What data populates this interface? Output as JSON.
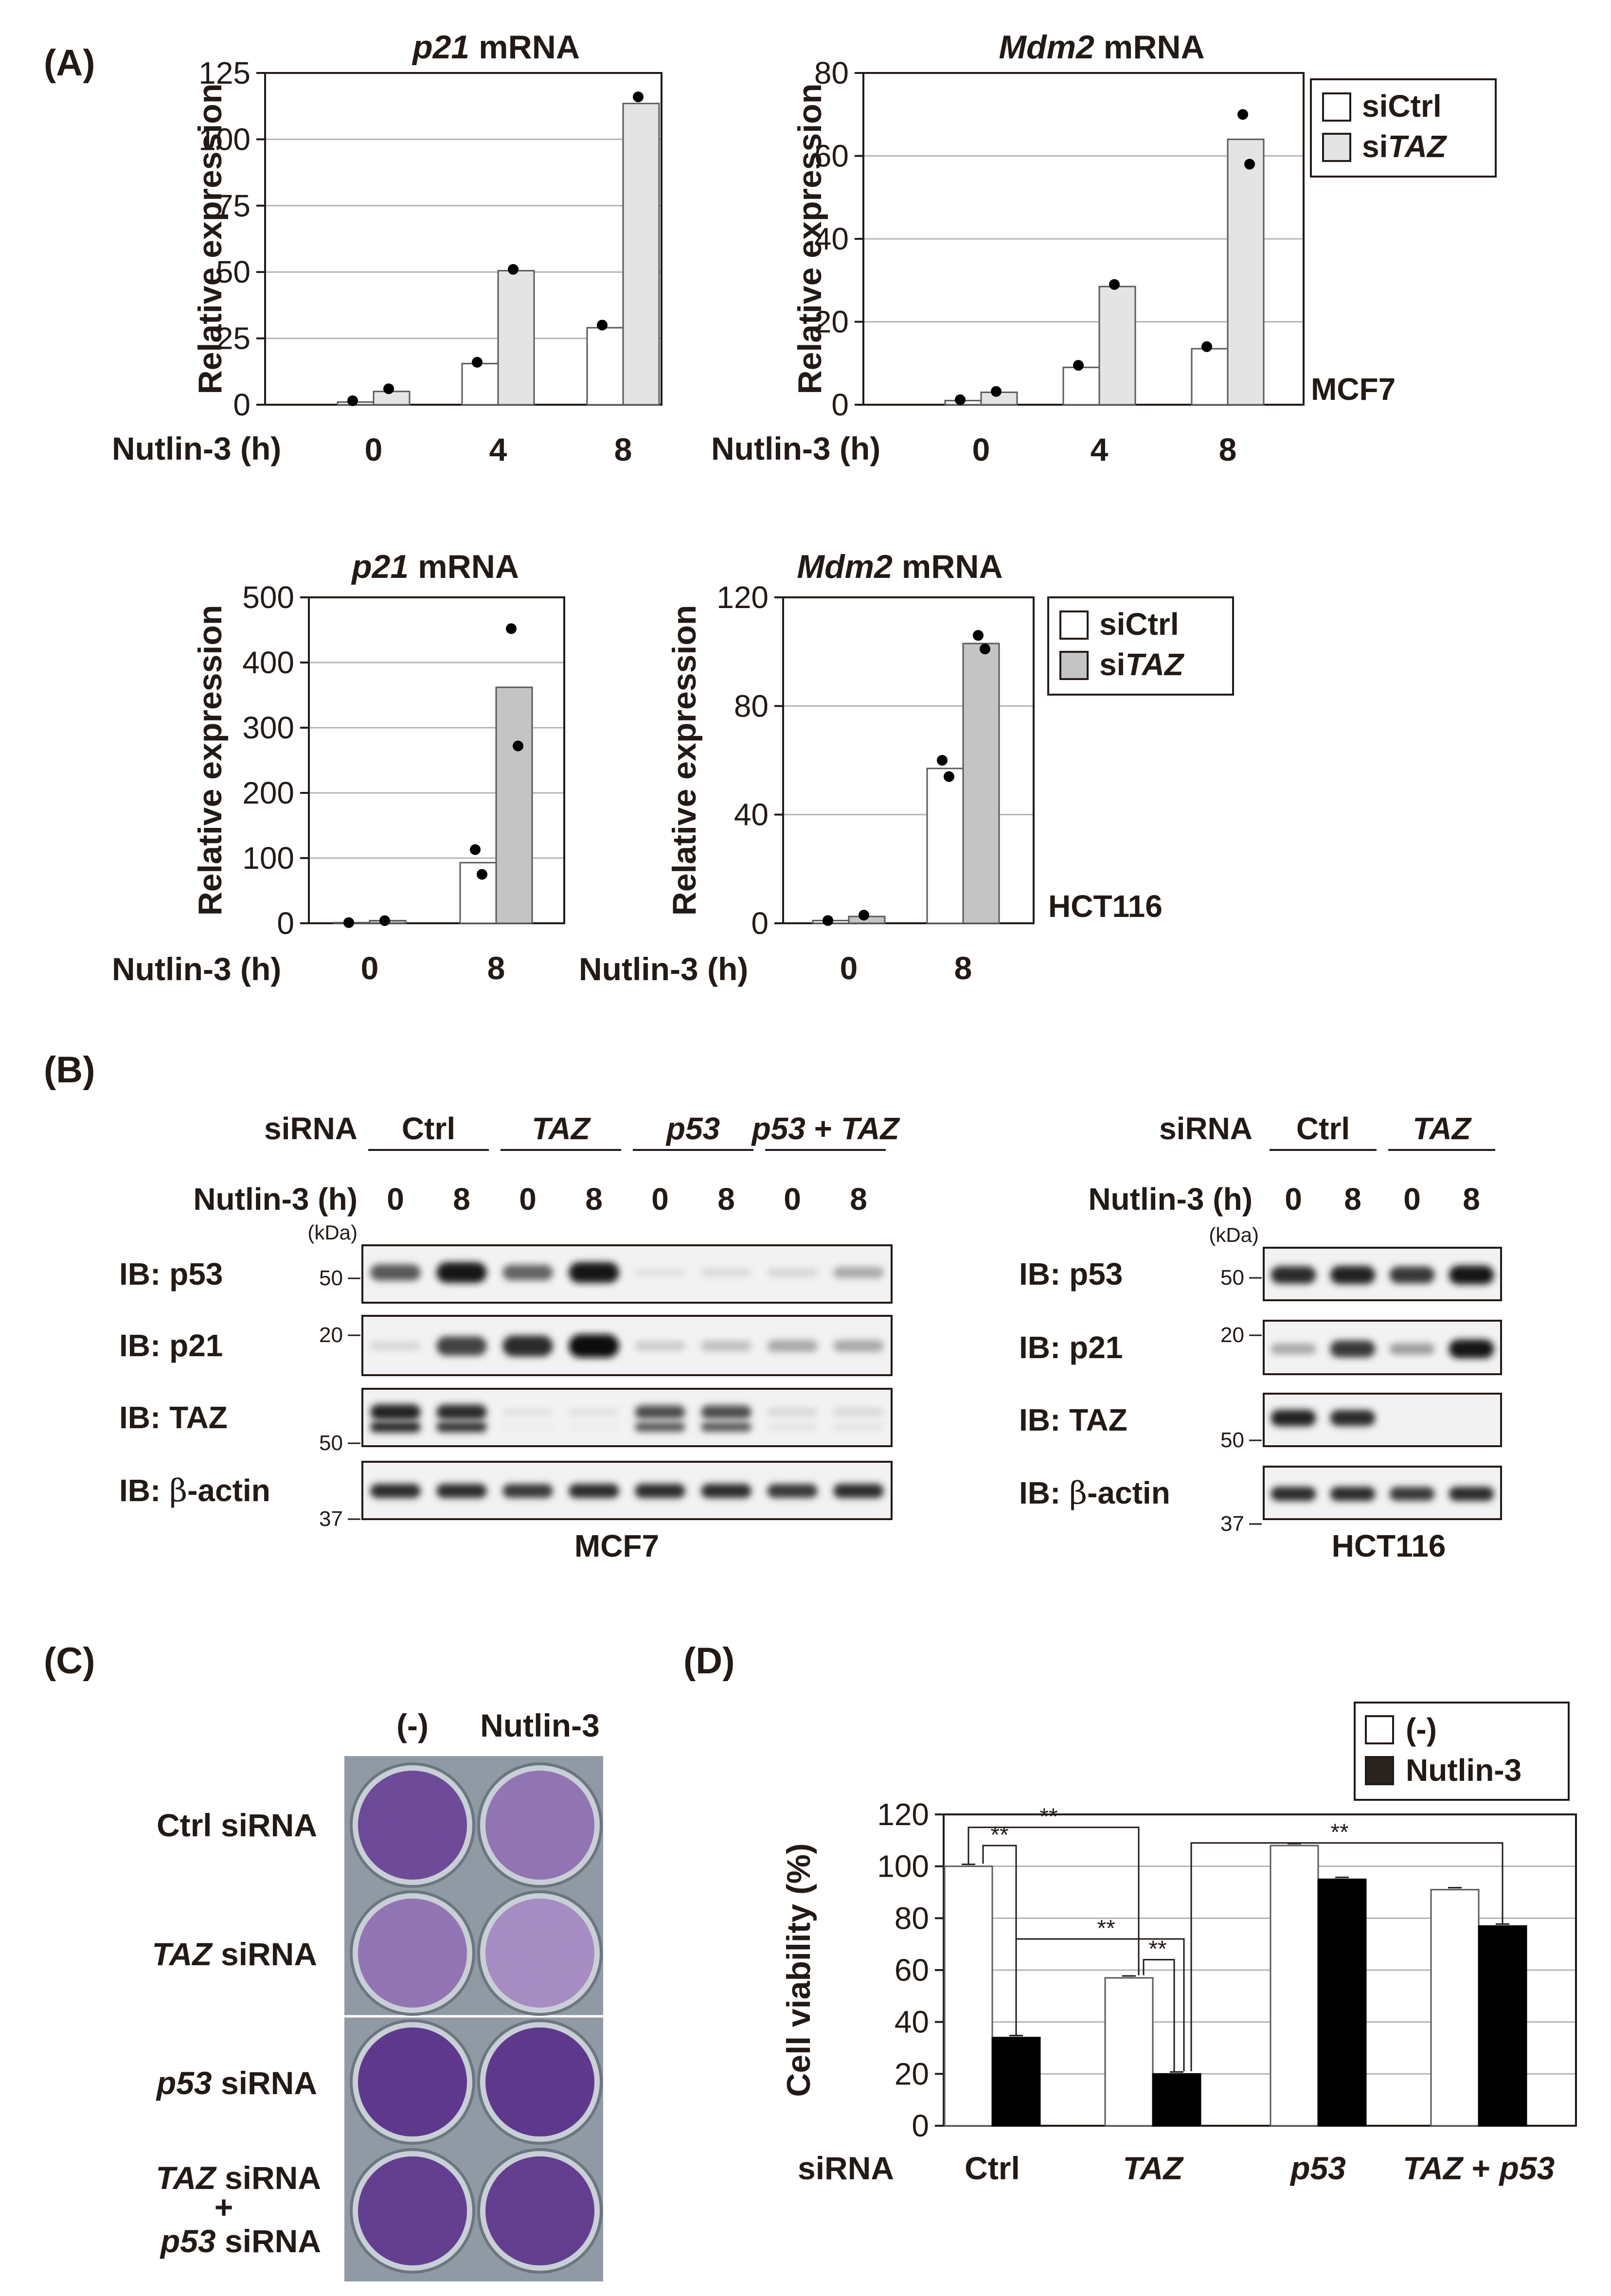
{
  "panels": {
    "A": "(A)",
    "B": "(B)",
    "C": "(C)",
    "D": "(D)"
  },
  "common": {
    "nutlin_label": "Nutlin-3 (h)",
    "siRNA_label": "siRNA",
    "relative_expression": "Relative expression",
    "kda": "(kDa)"
  },
  "legend_A": {
    "ctrl": "siCtrl",
    "taz_prefix": "si",
    "taz_italic": "TAZ"
  },
  "legend_D": {
    "minus": "(-)",
    "nutlin": "Nutlin-3"
  },
  "cells": {
    "mcf7": "MCF7",
    "hct116": "HCT116"
  },
  "chart_data": [
    {
      "id": "mcf7-p21",
      "type": "bar",
      "title_italic": "p21",
      "title_rest": " mRNA",
      "ylabel": "Relative expression",
      "xlabel": "Nutlin-3 (h)",
      "categories": [
        "0",
        "4",
        "8"
      ],
      "ylim": [
        0,
        125
      ],
      "yticks": [
        0,
        25,
        50,
        75,
        100,
        125
      ],
      "grid": true,
      "series": [
        {
          "name": "siCtrl",
          "values": [
            1,
            15.5,
            29
          ],
          "points": [
            [
              1.5
            ],
            [
              16
            ],
            [
              30
            ]
          ]
        },
        {
          "name": "siTAZ",
          "values": [
            5,
            50.5,
            113.5
          ],
          "points": [
            [
              6
            ],
            [
              51
            ],
            [
              116
            ]
          ]
        }
      ]
    },
    {
      "id": "mcf7-mdm2",
      "type": "bar",
      "title_italic": "Mdm2",
      "title_rest": " mRNA",
      "ylabel": "Relative expression",
      "xlabel": "Nutlin-3 (h)",
      "categories": [
        "0",
        "4",
        "8"
      ],
      "ylim": [
        0,
        80
      ],
      "yticks": [
        0,
        20,
        40,
        60,
        80
      ],
      "grid": true,
      "series": [
        {
          "name": "siCtrl",
          "values": [
            1,
            9,
            13.5
          ],
          "points": [
            [
              1.2
            ],
            [
              9.5
            ],
            [
              14
            ]
          ]
        },
        {
          "name": "siTAZ",
          "values": [
            3,
            28.5,
            64
          ],
          "points": [
            [
              3.2
            ],
            [
              29
            ],
            [
              70,
              58
            ]
          ]
        }
      ]
    },
    {
      "id": "hct116-p21",
      "type": "bar",
      "title_italic": "p21",
      "title_rest": " mRNA",
      "ylabel": "Relative expression",
      "xlabel": "Nutlin-3 (h)",
      "categories": [
        "0",
        "8"
      ],
      "ylim": [
        0,
        500
      ],
      "yticks": [
        0,
        100,
        200,
        300,
        400,
        500
      ],
      "grid": true,
      "series": [
        {
          "name": "siCtrl",
          "values": [
            1,
            93
          ],
          "points": [
            [
              1
            ],
            [
              113,
              75
            ]
          ]
        },
        {
          "name": "siTAZ",
          "values": [
            4,
            362
          ],
          "points": [
            [
              4
            ],
            [
              452,
              272
            ]
          ]
        }
      ]
    },
    {
      "id": "hct116-mdm2",
      "type": "bar",
      "title_italic": "Mdm2",
      "title_rest": " mRNA",
      "ylabel": "Relative expression",
      "xlabel": "Nutlin-3 (h)",
      "categories": [
        "0",
        "8"
      ],
      "ylim": [
        0,
        120
      ],
      "yticks": [
        0,
        40,
        80,
        120
      ],
      "grid": true,
      "series": [
        {
          "name": "siCtrl",
          "values": [
            1,
            57
          ],
          "points": [
            [
              1
            ],
            [
              60,
              54
            ]
          ]
        },
        {
          "name": "siTAZ",
          "values": [
            2.5,
            103
          ],
          "points": [
            [
              3
            ],
            [
              106,
              101
            ]
          ]
        }
      ]
    },
    {
      "id": "viability",
      "type": "bar",
      "ylabel": "Cell viability (%)",
      "xlabel": "siRNA",
      "categories": [
        "Ctrl",
        "TAZ",
        "p53",
        "TAZ + p53"
      ],
      "category_italic": [
        false,
        true,
        true,
        true
      ],
      "ylim": [
        0,
        120
      ],
      "yticks": [
        0,
        20,
        40,
        60,
        80,
        100,
        120
      ],
      "grid": true,
      "series": [
        {
          "name": "(-)",
          "values": [
            100,
            57,
            108,
            91
          ]
        },
        {
          "name": "Nutlin-3",
          "values": [
            34,
            20,
            95,
            77
          ]
        }
      ],
      "annotations": [
        "**",
        "**",
        "**",
        "**",
        "**"
      ]
    }
  ],
  "blots": {
    "mcf7": {
      "siRNA_groups": [
        {
          "label": "Ctrl",
          "italic": false
        },
        {
          "label": "TAZ",
          "italic": true
        },
        {
          "label": "p53",
          "italic": true
        },
        {
          "label_parts": [
            "p53",
            " + ",
            "TAZ"
          ]
        }
      ],
      "times": [
        "0",
        "8",
        "0",
        "8",
        "0",
        "8",
        "0",
        "8"
      ],
      "rows": [
        {
          "label": "IB: p53",
          "marker": "50",
          "intensity": [
            0.65,
            0.95,
            0.6,
            0.95,
            0.05,
            0.08,
            0.1,
            0.3
          ]
        },
        {
          "label": "IB: p21",
          "marker": "20",
          "intensity": [
            0.1,
            0.75,
            0.85,
            1.0,
            0.15,
            0.2,
            0.3,
            0.3
          ]
        },
        {
          "label": "IB: TAZ",
          "marker": "50",
          "intensity": [
            0.9,
            0.85,
            0.05,
            0.05,
            0.7,
            0.7,
            0.1,
            0.1
          ]
        },
        {
          "label_prefix": "IB: ",
          "label_greek": "β",
          "label_suffix": "-actin",
          "marker": "37",
          "intensity": [
            0.85,
            0.85,
            0.8,
            0.85,
            0.85,
            0.85,
            0.8,
            0.85
          ]
        }
      ]
    },
    "hct116": {
      "siRNA_groups": [
        {
          "label": "Ctrl",
          "italic": false
        },
        {
          "label": "TAZ",
          "italic": true
        }
      ],
      "times": [
        "0",
        "8",
        "0",
        "8"
      ],
      "rows": [
        {
          "label": "IB: p53",
          "marker": "50",
          "intensity": [
            0.85,
            0.9,
            0.8,
            0.95
          ]
        },
        {
          "label": "IB: p21",
          "marker": "20",
          "intensity": [
            0.3,
            0.8,
            0.35,
            0.95
          ]
        },
        {
          "label": "IB: TAZ",
          "marker": "50",
          "intensity": [
            0.9,
            0.85,
            0.0,
            0.0
          ]
        },
        {
          "label_prefix": "IB: ",
          "label_greek": "β",
          "label_suffix": "-actin",
          "marker": "37",
          "intensity": [
            0.85,
            0.85,
            0.8,
            0.85
          ]
        }
      ]
    }
  },
  "colony": {
    "columns": [
      "(-)",
      "Nutlin-3"
    ],
    "rows": [
      {
        "parts": [
          {
            "t": "Ctrl siRNA",
            "i": false
          }
        ],
        "density": [
          0.8,
          0.45
        ]
      },
      {
        "parts": [
          {
            "t": "TAZ",
            "i": true
          },
          {
            "t": " siRNA",
            "i": false
          }
        ],
        "density": [
          0.45,
          0.25
        ]
      },
      {
        "parts": [
          {
            "t": "p53",
            "i": true
          },
          {
            "t": " siRNA",
            "i": false
          }
        ],
        "density": [
          0.95,
          0.95
        ]
      },
      {
        "parts": [
          {
            "t": "TAZ",
            "i": true
          },
          {
            "t": " siRNA",
            "i": false
          }
        ],
        "parts2": [
          {
            "t": "+",
            "i": false
          }
        ],
        "parts3": [
          {
            "t": "p53",
            "i": true
          },
          {
            "t": " siRNA",
            "i": false
          }
        ],
        "density": [
          0.9,
          0.9
        ]
      }
    ]
  }
}
